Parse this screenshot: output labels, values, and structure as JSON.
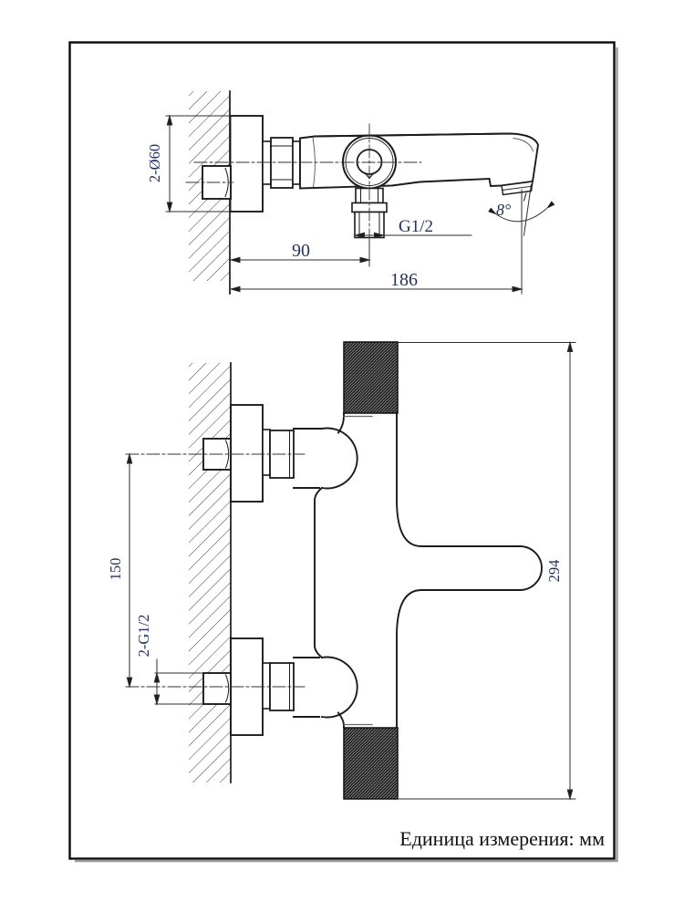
{
  "document": {
    "type": "technical-drawing",
    "subject": "wall-mounted bath mixer faucet, two orthographic views"
  },
  "footer": {
    "units_note": "Единица измерения: мм"
  },
  "top_view": {
    "dims": {
      "escutcheon_diameter": "2-Ø60",
      "wall_to_outlet": "90",
      "wall_to_spout": "186",
      "outlet_thread": "G1/2",
      "spout_angle": "8°"
    }
  },
  "front_view": {
    "dims": {
      "inlet_spacing": "150",
      "inlet_thread": "2-G1/2",
      "overall_height": "294"
    }
  },
  "colors": {
    "line": "#1b1b1b",
    "thin_line": "#2e2e2e",
    "dim_text": "#253061",
    "note_text": "#101010",
    "hatch": "#3c3c3c",
    "shadow": "#999999",
    "knurl_fill": "#161616"
  }
}
